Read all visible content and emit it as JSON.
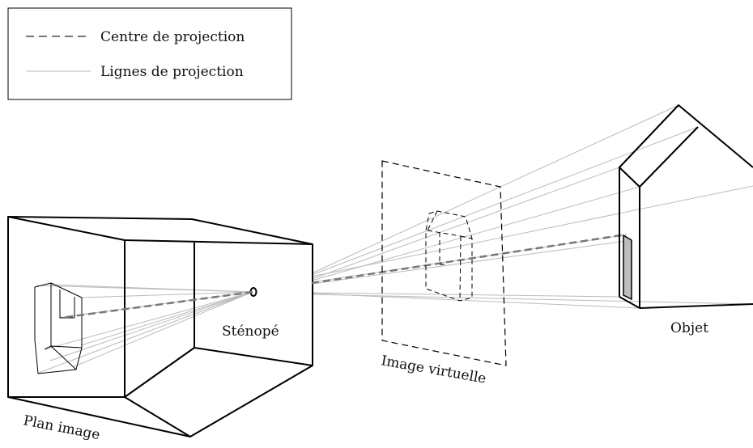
{
  "legend": {
    "items": [
      {
        "label": "Centre de projection",
        "style": "dashed",
        "color": "#777777"
      },
      {
        "label": "Lignes de projection",
        "style": "solid",
        "color": "#bbbbbb"
      }
    ]
  },
  "labels": {
    "pinhole": "Sténopé",
    "image_plane": "Plan image",
    "virtual_image": "Image virtuelle",
    "object": "Objet"
  },
  "colors": {
    "outline": "#000000",
    "projection_lines": "#bbbbbb",
    "center_line": "#777777",
    "door_fill": "#bdbdbd"
  }
}
